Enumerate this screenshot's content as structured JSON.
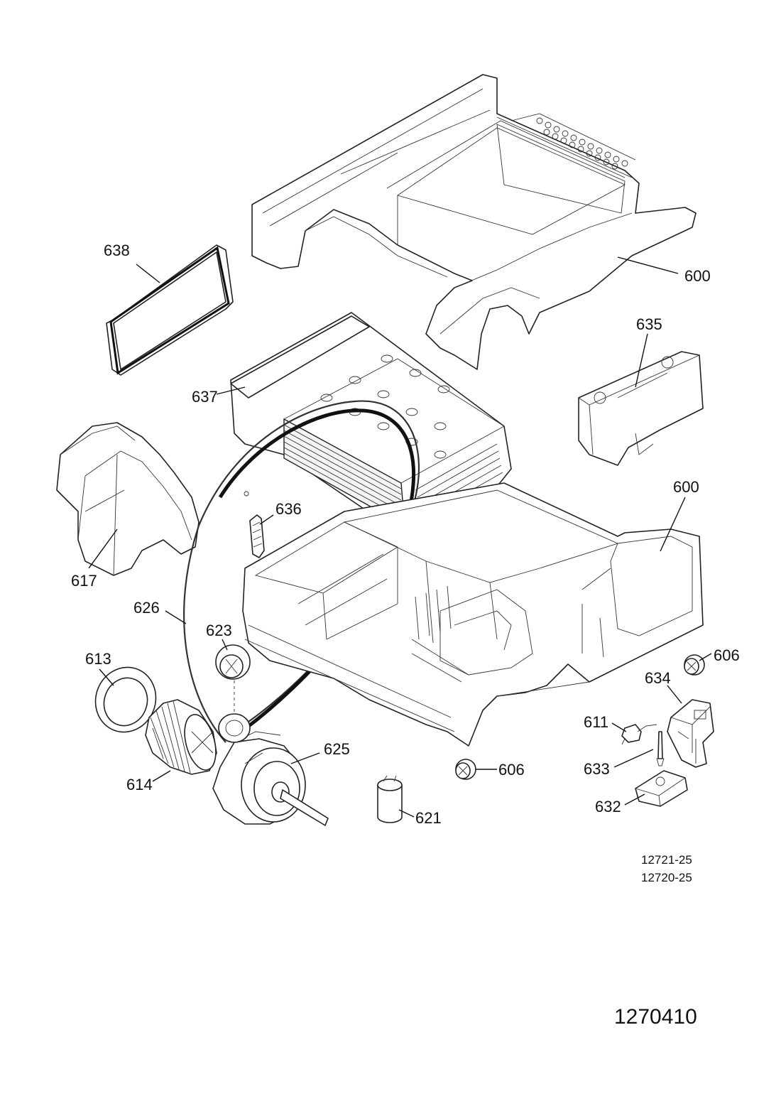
{
  "part_labels": [
    {
      "id": "p638",
      "text": "638"
    },
    {
      "id": "p600a",
      "text": "600"
    },
    {
      "id": "p635",
      "text": "635"
    },
    {
      "id": "p637",
      "text": "637"
    },
    {
      "id": "p600b",
      "text": "600"
    },
    {
      "id": "p636",
      "text": "636"
    },
    {
      "id": "p617",
      "text": "617"
    },
    {
      "id": "p626",
      "text": "626"
    },
    {
      "id": "p623",
      "text": "623"
    },
    {
      "id": "p613",
      "text": "613"
    },
    {
      "id": "p606a",
      "text": "606"
    },
    {
      "id": "p634",
      "text": "634"
    },
    {
      "id": "p611",
      "text": "611"
    },
    {
      "id": "p625",
      "text": "625"
    },
    {
      "id": "p633",
      "text": "633"
    },
    {
      "id": "p606b",
      "text": "606"
    },
    {
      "id": "p614",
      "text": "614"
    },
    {
      "id": "p632",
      "text": "632"
    },
    {
      "id": "p621",
      "text": "621"
    }
  ],
  "model_codes": [
    "12721-25",
    "12720-25"
  ],
  "document_number": "1270410"
}
